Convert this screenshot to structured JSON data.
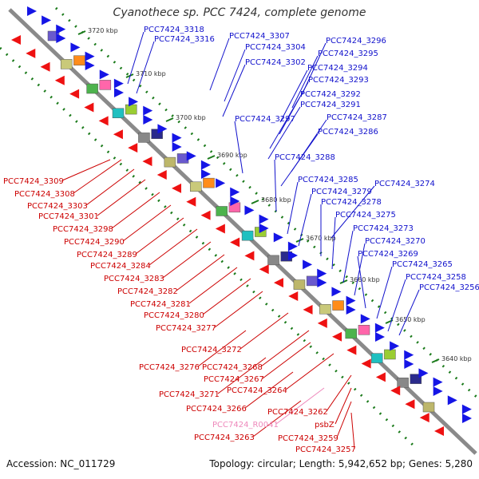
{
  "title": "Cyanothece sp. PCC 7424, complete genome",
  "footer": {
    "accession": "Accession: NC_011729",
    "topology": "Topology: circular; Length: 5,942,652 bp; Genes: 5,280"
  },
  "colors": {
    "backbone": "#8a8a8a",
    "forward_arrow": "#1515e6",
    "reverse_arrow": "#ee1111",
    "forward_label": "#1111cc",
    "reverse_label": "#cc0000",
    "rna_label": "#ee88bb",
    "tick": "#1a7a1a"
  },
  "kbp_ticks": [
    {
      "label": "3720 kbp"
    },
    {
      "label": "3710 kbp"
    },
    {
      "label": "3700 kbp"
    },
    {
      "label": "3690 kbp"
    },
    {
      "label": "3680 kbp"
    },
    {
      "label": "3670 kbp"
    },
    {
      "label": "3660 kbp"
    },
    {
      "label": "3650 kbp"
    },
    {
      "label": "3640 kbp"
    }
  ],
  "forward_labels": [
    "PCC7424_3318",
    "PCC7424_3316",
    "PCC7424_3307",
    "PCC7424_3304",
    "PCC7424_3302",
    "PCC7424_3296",
    "PCC7424_3295",
    "PCC7424_3294",
    "PCC7424_3293",
    "PCC7424_3292",
    "PCC7424_3291",
    "PCC7424_3297",
    "PCC7424_3287",
    "PCC7424_3286",
    "PCC7424_3288",
    "PCC7424_3285",
    "PCC7424_3279",
    "PCC7424_3274",
    "PCC7424_3278",
    "PCC7424_3275",
    "PCC7424_3273",
    "PCC7424_3270",
    "PCC7424_3269",
    "PCC7424_3265",
    "PCC7424_3258",
    "PCC7424_3256"
  ],
  "reverse_labels": [
    "PCC7424_3309",
    "PCC7424_3308",
    "PCC7424_3303",
    "PCC7424_3301",
    "PCC7424_3298",
    "PCC7424_3290",
    "PCC7424_3289",
    "PCC7424_3284",
    "PCC7424_3283",
    "PCC7424_3282",
    "PCC7424_3281",
    "PCC7424_3280",
    "PCC7424_3277",
    "PCC7424_3272",
    "PCC7424_3276",
    "PCC7424_3268",
    "PCC7424_3267",
    "PCC7424_3271",
    "PCC7424_3264",
    "PCC7424_3266",
    "PCC7424_R0041",
    "PCC7424_3262",
    "psbZ",
    "PCC7424_3263",
    "PCC7424_3259",
    "PCC7424_3257"
  ]
}
